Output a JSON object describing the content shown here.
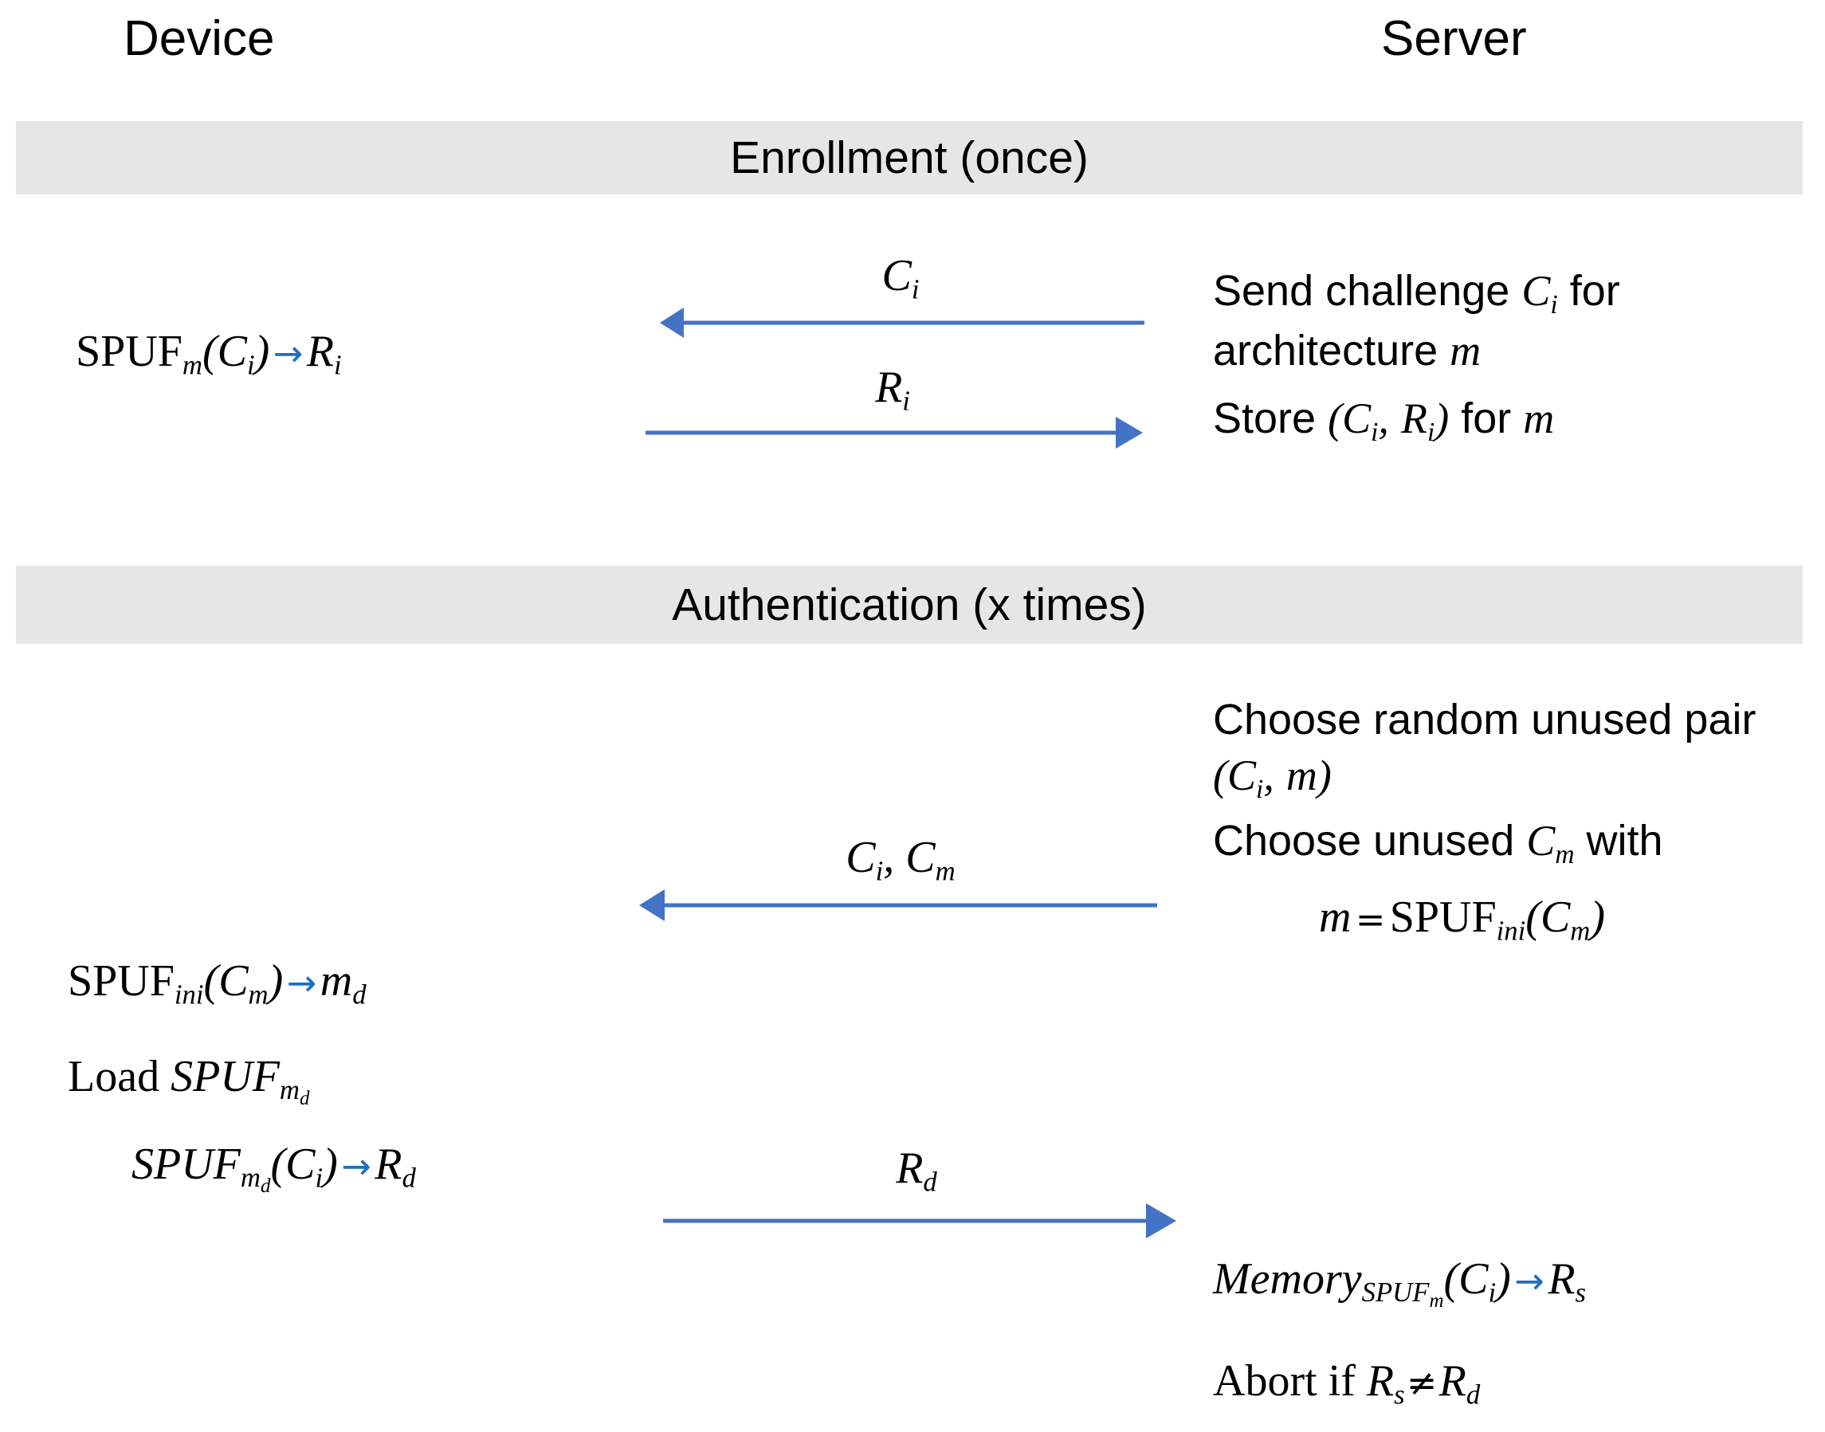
{
  "columns": {
    "device_label": "Device",
    "server_label": "Server"
  },
  "colors": {
    "band_background": "#e6e6e6",
    "arrow_blue": "#4472c4",
    "inline_arrow_blue": "#1f6fc4",
    "text": "#000000",
    "page_background": "#ffffff"
  },
  "sections": [
    {
      "id": "enrollment",
      "band_label": "Enrollment (once)",
      "band_label_plain": "Enrollment (once)"
    },
    {
      "id": "authentication",
      "band_label_prefix": "Authentication (",
      "band_label_var": "x",
      "band_label_suffix": " times)",
      "band_label_plain": "Authentication (x times)"
    }
  ],
  "enrollment": {
    "device_lines": [
      "SPUF_m(C_i) → R_i"
    ],
    "messages": [
      {
        "label": "C_i",
        "direction": "server-to-device",
        "direction_icon": "arrow-left-icon"
      },
      {
        "label": "R_i",
        "direction": "device-to-server",
        "direction_icon": "arrow-right-icon"
      }
    ],
    "server_lines": [
      "Send challenge C_i for architecture m",
      "Store (C_i, R_i) for m"
    ]
  },
  "authentication": {
    "server_lines_top": [
      "Choose random unused pair (C_i, m)",
      "Choose unused C_m with m = SPUF_ini(C_m)"
    ],
    "messages": [
      {
        "label": "C_i, C_m",
        "direction": "server-to-device",
        "direction_icon": "arrow-left-icon"
      },
      {
        "label": "R_d",
        "direction": "device-to-server",
        "direction_icon": "arrow-right-icon"
      }
    ],
    "device_lines": [
      "SPUF_ini(C_m) → m_d",
      "Load SPUF_m_d",
      "SPUF_m_d(C_i) → R_d"
    ],
    "server_lines_bottom": [
      "Memory_SPUF_m(C_i) → R_s",
      "Abort if R_s ≠ R_d"
    ]
  },
  "glyphs": {
    "right_arrow": "→",
    "not_equal": "≠",
    "equals": "="
  },
  "tokens": {
    "SPUF": "SPUF",
    "Memory": "Memory",
    "Load": "Load",
    "Abort_if": "Abort if",
    "Send_challenge": "Send challenge",
    "for": "for",
    "architecture": "architecture",
    "Store": "Store",
    "Choose_random_unused": "Choose random unused",
    "pair": "pair",
    "Choose_unused": "Choose unused",
    "with": "with",
    "C": "C",
    "R": "R",
    "m": "m",
    "i": "i",
    "d": "d",
    "s": "s",
    "ini": "ini",
    "x": "x",
    "lparen": "(",
    "rparen": ")",
    "comma": ","
  }
}
